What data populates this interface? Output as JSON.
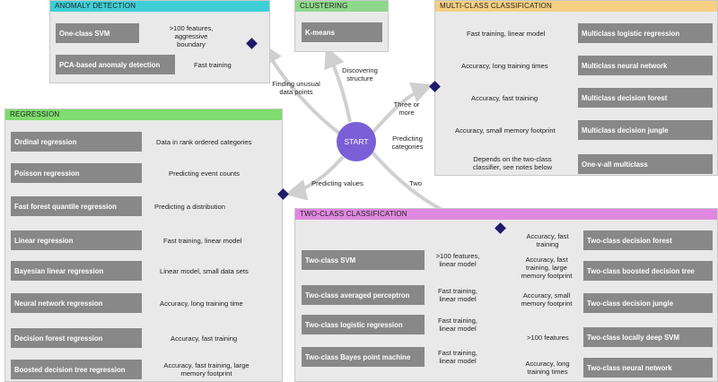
{
  "start_label": "START",
  "sections": {
    "anomaly": "ANOMALY DETECTION",
    "clustering": "CLUSTERING",
    "multiclass": "MULTI-CLASS CLASSIFICATION",
    "regression": "REGRESSION",
    "twoclass": "TWO-CLASS CLASSIFICATION"
  },
  "colors": {
    "anomaly": "#3ecfd6",
    "clustering": "#8ed88b",
    "multiclass": "#f5cf82",
    "regression": "#7fdc6e",
    "twoclass": "#df88df",
    "start": "#7a5fd6",
    "algo_box": "#888888",
    "diamond": "#1f1a6a"
  },
  "start_paths": {
    "unusual": "Finding unusual data points",
    "structure": "Discovering structure",
    "categories": "Predicting categories",
    "values": "Predicting values",
    "three_or_more": "Three or more",
    "two": "Two"
  },
  "anomaly": [
    {
      "algorithm": "One-class SVM",
      "criterion": ">100 features, aggressive boundary"
    },
    {
      "algorithm": "PCA-based anomaly detection",
      "criterion": "Fast training"
    }
  ],
  "clustering": [
    {
      "algorithm": "K-means"
    }
  ],
  "multiclass": [
    {
      "algorithm": "Multiclass logistic regression",
      "criterion": "Fast training, linear model"
    },
    {
      "algorithm": "Multiclass neural network",
      "criterion": "Accuracy, long training times"
    },
    {
      "algorithm": "Multiclass decision forest",
      "criterion": "Accuracy, fast training"
    },
    {
      "algorithm": "Multiclass decision jungle",
      "criterion": "Accuracy, small memory footprint"
    },
    {
      "algorithm": "One-v-all multiclass",
      "criterion": "Depends on the two-class classifier, see notes below"
    }
  ],
  "regression": [
    {
      "algorithm": "Ordinal regression",
      "criterion": "Data in rank ordered categories"
    },
    {
      "algorithm": "Poisson regression",
      "criterion": "Predicting event counts"
    },
    {
      "algorithm": "Fast forest quantile regression",
      "criterion": "Predicting a distribution"
    },
    {
      "algorithm": "Linear regression",
      "criterion": "Fast training, linear model"
    },
    {
      "algorithm": "Bayesian linear regression",
      "criterion": "Linear model, small data sets"
    },
    {
      "algorithm": "Neural network regression",
      "criterion": "Accuracy, long training time"
    },
    {
      "algorithm": "Decision forest regression",
      "criterion": "Accuracy, fast training"
    },
    {
      "algorithm": "Boosted decision tree regression",
      "criterion": "Accuracy, fast training, large memory footprint"
    }
  ],
  "twoclass_left": [
    {
      "algorithm": "Two-class SVM",
      "criterion": ">100 features, linear model"
    },
    {
      "algorithm": "Two-class averaged perceptron",
      "criterion": "Fast training, linear model"
    },
    {
      "algorithm": "Two-class logistic regression",
      "criterion": "Fast training, linear model"
    },
    {
      "algorithm": "Two-class Bayes point machine",
      "criterion": "Fast training, linear model"
    }
  ],
  "twoclass_right": [
    {
      "algorithm": "Two-class decision forest",
      "criterion": "Accuracy, fast training"
    },
    {
      "algorithm": "Two-class boosted decision tree",
      "criterion": "Accuracy, fast training, large memory footprint"
    },
    {
      "algorithm": "Two-class decision jungle",
      "criterion": "Accuracy, small memory footprint"
    },
    {
      "algorithm": "Two-class locally deep SVM",
      "criterion": ">100 features"
    },
    {
      "algorithm": "Two-class neural network",
      "criterion": "Accuracy, long training times"
    }
  ]
}
